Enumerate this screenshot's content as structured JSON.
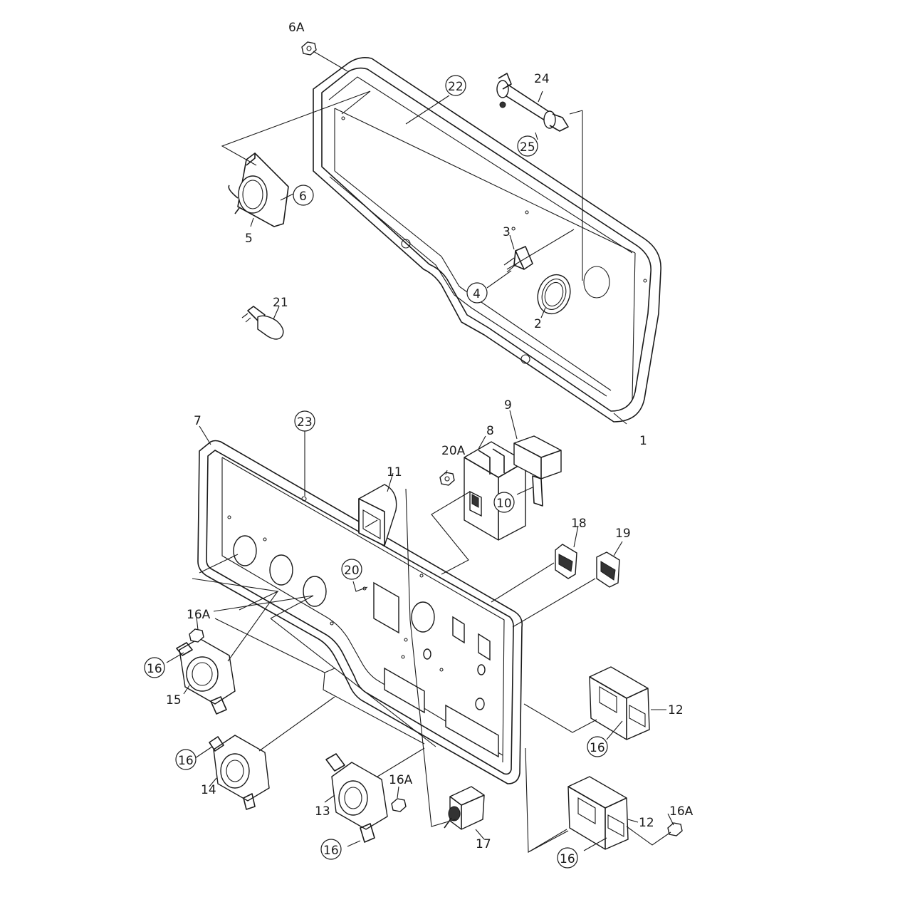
{
  "callouts": [
    {
      "id": "c-6a-top",
      "text": "6A",
      "circled": false
    },
    {
      "id": "c-22",
      "text": "22",
      "circled": true
    },
    {
      "id": "c-24",
      "text": "24",
      "circled": false
    },
    {
      "id": "c-25",
      "text": "25",
      "circled": true
    },
    {
      "id": "c-6",
      "text": "6",
      "circled": true
    },
    {
      "id": "c-5",
      "text": "5",
      "circled": false
    },
    {
      "id": "c-3",
      "text": "3°",
      "circled": false
    },
    {
      "id": "c-4",
      "text": "4",
      "circled": true
    },
    {
      "id": "c-2",
      "text": "2",
      "circled": false
    },
    {
      "id": "c-21",
      "text": "21",
      "circled": false
    },
    {
      "id": "c-1",
      "text": "1",
      "circled": false
    },
    {
      "id": "c-7",
      "text": "7",
      "circled": false
    },
    {
      "id": "c-23",
      "text": "23",
      "circled": true
    },
    {
      "id": "c-9",
      "text": "9",
      "circled": false
    },
    {
      "id": "c-8",
      "text": "8",
      "circled": false
    },
    {
      "id": "c-20a",
      "text": "20A",
      "circled": false
    },
    {
      "id": "c-11",
      "text": "11",
      "circled": false
    },
    {
      "id": "c-10",
      "text": "10",
      "circled": true
    },
    {
      "id": "c-18",
      "text": "18",
      "circled": false
    },
    {
      "id": "c-19",
      "text": "19",
      "circled": false
    },
    {
      "id": "c-20",
      "text": "20",
      "circled": true
    },
    {
      "id": "c-16a-left",
      "text": "16A",
      "circled": false
    },
    {
      "id": "c-16-a",
      "text": "16",
      "circled": true
    },
    {
      "id": "c-15",
      "text": "15",
      "circled": false
    },
    {
      "id": "c-12-top",
      "text": "12",
      "circled": false
    },
    {
      "id": "c-16-b",
      "text": "16",
      "circled": true
    },
    {
      "id": "c-16-c",
      "text": "16",
      "circled": true
    },
    {
      "id": "c-14",
      "text": "14",
      "circled": false
    },
    {
      "id": "c-16a-mid",
      "text": "16A",
      "circled": false
    },
    {
      "id": "c-13",
      "text": "13",
      "circled": false
    },
    {
      "id": "c-16-d",
      "text": "16",
      "circled": true
    },
    {
      "id": "c-17",
      "text": "17",
      "circled": false
    },
    {
      "id": "c-16a-right",
      "text": "16A",
      "circled": false
    },
    {
      "id": "c-12-bottom",
      "text": "12",
      "circled": false
    },
    {
      "id": "c-16-e",
      "text": "16",
      "circled": true
    }
  ]
}
